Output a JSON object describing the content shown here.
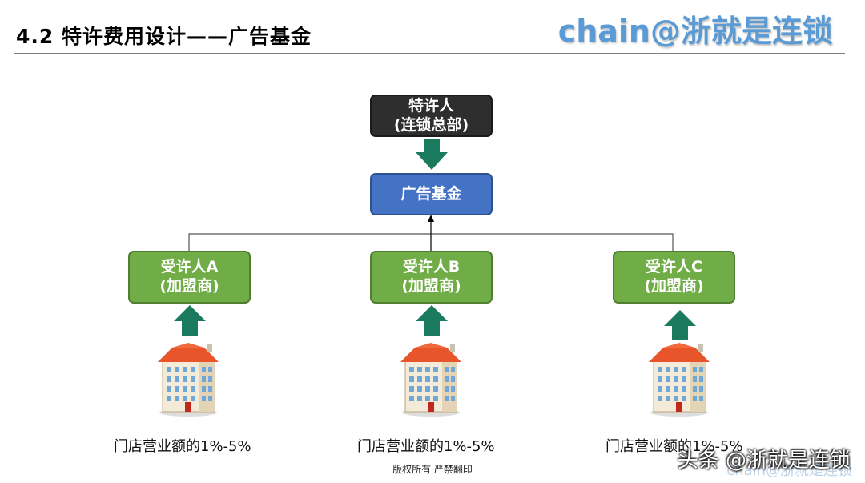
{
  "header": {
    "title": "4.2  特许费用设计——广告基金",
    "brand": "chain@浙就是连锁"
  },
  "diagram": {
    "franchisor": {
      "line1": "特许人",
      "line2": "(连锁总部)"
    },
    "fund": {
      "label": "广告基金"
    },
    "licensees": [
      {
        "line1": "受许人A",
        "line2": "(加盟商)",
        "caption": "门店营业额的1%-5%"
      },
      {
        "line1": "受许人B",
        "line2": "(加盟商)",
        "caption": "门店营业额的1%-5%"
      },
      {
        "line1": "受许人C",
        "line2": "(加盟商)",
        "caption": "门店营业额的1%-5%"
      }
    ]
  },
  "footer": {
    "copyright": "版权所有  严禁翻印",
    "watermark": "头条 @浙就是连锁",
    "watermark_faint": "chain@浙就是连锁"
  },
  "colors": {
    "franchisor_box": "#2e2e2e",
    "fund_box": "#4472c4",
    "licensee_box": "#70ad47",
    "arrow": "#1a7a5e",
    "brand": "#5b9bd5"
  }
}
